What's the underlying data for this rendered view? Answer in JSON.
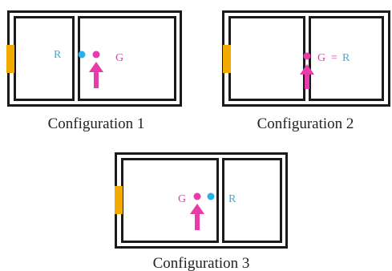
{
  "colors": {
    "wall": "#1a1a1a",
    "door": "#f2a900",
    "robot": "#2ab2e6",
    "goal": "#e83caa"
  },
  "configs": [
    {
      "caption": "Configuration 1",
      "robot_label": "R",
      "goal_label": "G"
    },
    {
      "caption": "Configuration 2",
      "goal_label": "G",
      "equals": "=",
      "robot_label": "R"
    },
    {
      "caption": "Configuration 3",
      "goal_label": "G",
      "robot_label": "R"
    }
  ]
}
